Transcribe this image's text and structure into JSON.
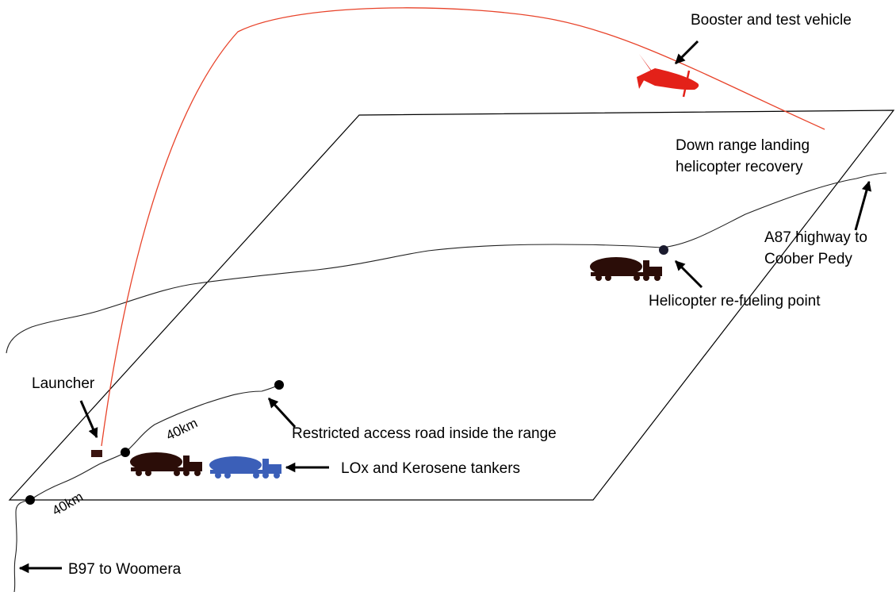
{
  "labels": {
    "booster": "Booster and test vehicle",
    "landing_line1": "Down range landing",
    "landing_line2": "helicopter recovery",
    "highway_line1": "A87 highway to",
    "highway_line2": "Coober Pedy",
    "refuel": "Helicopter re-fueling point",
    "launcher": "Launcher",
    "restricted_road": "Restricted access road inside the range",
    "tankers": "LOx and Kerosene tankers",
    "b97": "B97 to Woomera",
    "dist_upper": "40km",
    "dist_lower": "40km"
  },
  "colors": {
    "trajectory": "#e8432a",
    "rocket": "#e32119",
    "lox_tanker": "#3b5fb8",
    "kerosene_tanker": "#2b0d08",
    "ink": "#000000"
  },
  "icons": {
    "rocket": "rocket-icon",
    "tanker": "tanker-truck-icon",
    "launcher": "launcher-icon",
    "waypoint": "waypoint-dot-icon"
  }
}
